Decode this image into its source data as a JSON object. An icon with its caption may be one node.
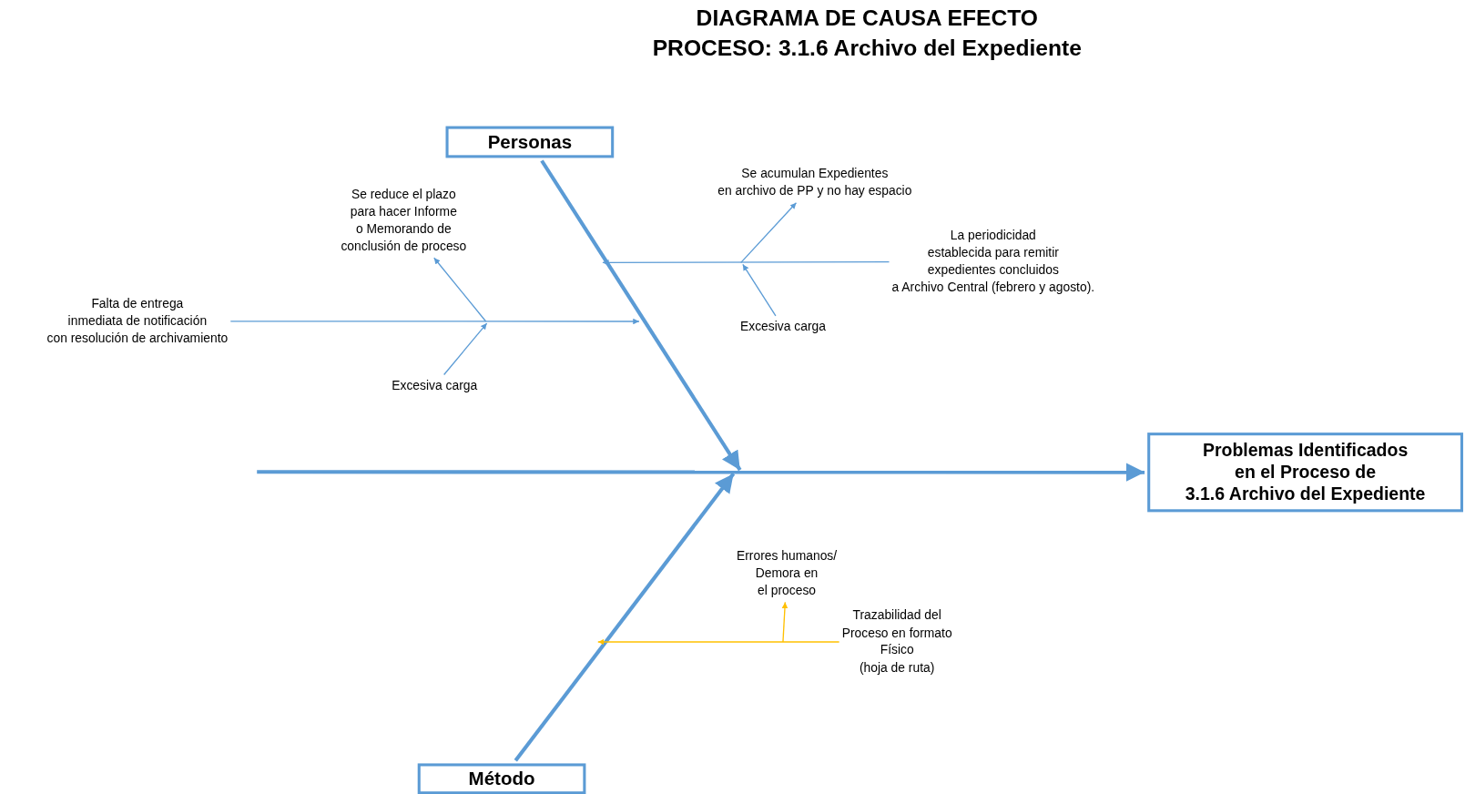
{
  "diagram": {
    "title": "DIAGRAMA DE CAUSA EFECTO PROCESO: 3.1.6 Archivo del Expediente",
    "nodes": [
      {
        "text": [
          "Personas"
        ]
      },
      {
        "text": [
          "Método"
        ]
      },
      {
        "text": [
          "Problemas Identificados en el Proceso de 3.1.6 Archivo del Expediente"
        ]
      },
      {
        "text": [
          "Se reduce el plazo para hacer Informe o Memorando de conclusión de proceso"
        ]
      },
      {
        "text": [
          "Falta de entrega inmediata de notificación con resolución de archivamiento"
        ]
      },
      {
        "text": [
          "Excesiva carga"
        ]
      },
      {
        "text": [
          "Se acumulan Expedientes en archivo de PP y no hay espacio"
        ]
      },
      {
        "text": [
          "La periodicidad establecida para remitir expedientes concluidos a Archivo Central (febrero y agosto)."
        ]
      },
      {
        "text": [
          "Excesiva carga"
        ]
      },
      {
        "text": [
          "Errores humanos/ Demora en el proceso"
        ]
      },
      {
        "text": [
          "Trazabilidad del Proceso en formato Físico (hoja de ruta)"
        ]
      }
    ],
    "edges": [
      {
        "from": null,
        "to": 2,
        "arrow": "to",
        "style": "thick"
      },
      {
        "from": 0,
        "to": null,
        "arrow": "to",
        "style": "thick"
      },
      {
        "from": 1,
        "to": null,
        "arrow": "to",
        "style": "thick"
      },
      {
        "from": 4,
        "to": null,
        "arrow": "to"
      },
      {
        "from": null,
        "to": 3,
        "arrow": "to"
      },
      {
        "from": 5,
        "to": null,
        "arrow": "to"
      },
      {
        "from": 7,
        "to": null,
        "arrow": "to"
      },
      {
        "from": null,
        "to": 6,
        "arrow": "to"
      },
      {
        "from": 8,
        "to": null,
        "arrow": "to"
      },
      {
        "from": 10,
        "to": null,
        "arrow": "to",
        "color": "#ffc000"
      },
      {
        "from": null,
        "to": 9,
        "arrow": "to",
        "color": "#ffc000"
      }
    ]
  }
}
